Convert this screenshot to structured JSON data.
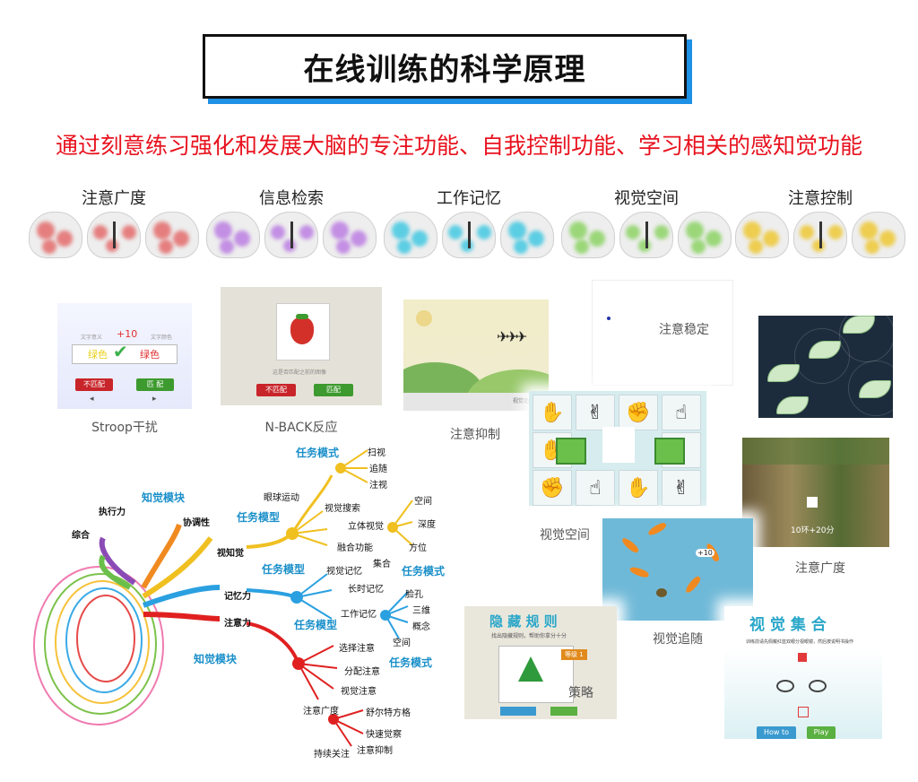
{
  "title": "在线训练的科学原理",
  "subtitle": "通过刻意练习强化和发展大脑的专注功能、自我控制功能、学习相关的感知觉功能",
  "brain_functions": [
    {
      "label": "注意广度",
      "color": "#e25a5a"
    },
    {
      "label": "信息检索",
      "color": "#b46fe0"
    },
    {
      "label": "工作记忆",
      "color": "#2bc3e0"
    },
    {
      "label": "视觉空间",
      "color": "#7fcf52"
    },
    {
      "label": "注意控制",
      "color": "#eec21a"
    }
  ],
  "cards": {
    "stroop": {
      "caption": "Stroop干扰",
      "left_header": "文字意义",
      "right_header": "文字颜色",
      "score": "+10",
      "left_word": "绿色",
      "right_word": "绿色",
      "btn_mismatch": "不匹配",
      "btn_match": "匹 配"
    },
    "nback": {
      "caption": "N-BACK反应",
      "prompt": "这是否匹配之前的图像",
      "btn_mismatch": "不匹配",
      "btn_match": "匹配"
    },
    "inhibition": {
      "caption": "注意抑制",
      "footer": "视觉追随"
    },
    "stability": {
      "caption": "注意稳定"
    },
    "leaves": {},
    "spatial": {
      "caption": "视觉空间"
    },
    "forest": {
      "caption": "注意广度",
      "score": "10环+20分"
    },
    "tracking": {
      "caption": "视觉追随",
      "score": "+10"
    },
    "strategy": {
      "caption": "策略",
      "title": "隐 藏 规 则",
      "instruction": "找出隐藏规则，帮助你拿分十分",
      "level": "等级 1"
    },
    "convergence": {
      "title": "视 觉 集 合",
      "instruction": "训练前请先佩戴红蓝双眼分视眼镜，然后按说明书操作",
      "btn_howto": "How to Play",
      "btn_play": "Play"
    }
  },
  "mindmap": {
    "top_left": {
      "exec": "执行力",
      "synth": "综合",
      "coord": "协调性",
      "module": "知觉模块"
    },
    "visual": {
      "label": "视知觉",
      "task_model": "任务模型",
      "task_mode": "任务模式",
      "eye": "眼球运动",
      "search": "视觉搜索",
      "stereo": "立体视觉",
      "fusion": "融合功能",
      "gather": "集合",
      "scan": "扫视",
      "follow": "追随",
      "gaze": "注视",
      "space": "空间",
      "depth": "深度",
      "direction": "方位"
    },
    "memory": {
      "label": "记忆力",
      "task_model": "任务模型",
      "task_mode": "任务模式",
      "visual_mem": "视觉记忆",
      "long_mem": "长时记忆",
      "working_mem": "工作记忆",
      "face": "脸孔",
      "three_d": "三维",
      "concept": "概念",
      "space": "空间"
    },
    "attention": {
      "label": "注意力",
      "module": "知觉模块",
      "task_model": "任务模型",
      "task_mode": "任务模式",
      "select": "选择注意",
      "divide": "分配注意",
      "visual": "视觉注意",
      "span": "注意广度",
      "schulte": "舒尔特方格",
      "alert": "快速觉察",
      "sustain": "持续关注",
      "inhibit": "注意抑制"
    }
  }
}
